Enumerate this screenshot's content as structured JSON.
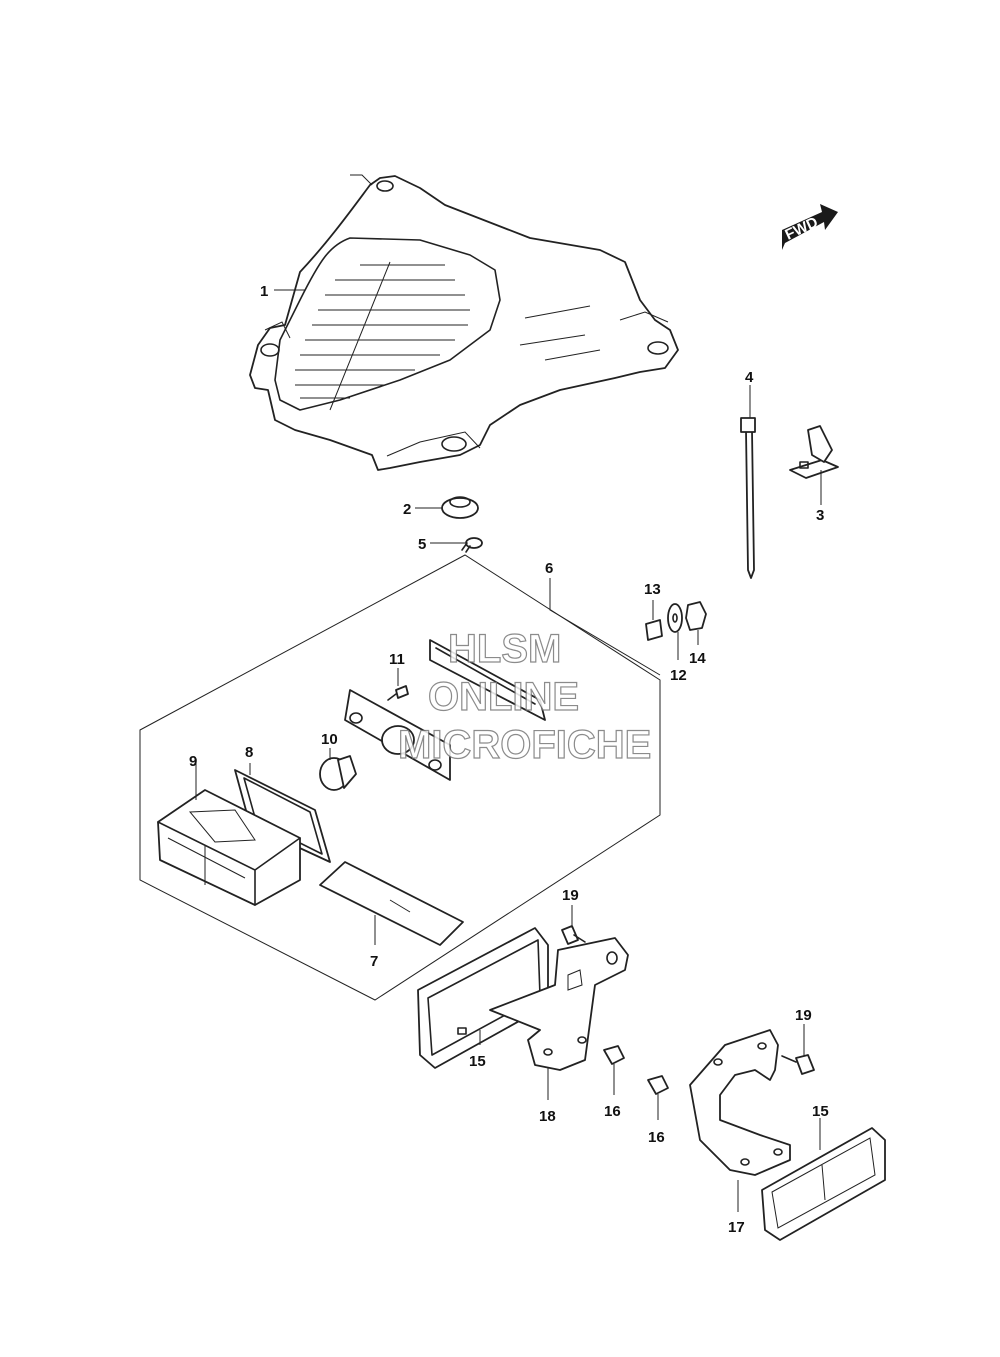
{
  "fwd_arrow_label": "FWD",
  "watermark": {
    "line1": "HLSM",
    "line2": "ONLINE",
    "line3": "MICROFICHE"
  },
  "callouts": {
    "c1": "1",
    "c2": "2",
    "c3": "3",
    "c4": "4",
    "c5": "5",
    "c6": "6",
    "c7": "7",
    "c8": "8",
    "c9": "9",
    "c10": "10",
    "c11": "11",
    "c12": "12",
    "c13": "13",
    "c14": "14",
    "c15a": "15",
    "c15b": "15",
    "c16a": "16",
    "c16b": "16",
    "c17": "17",
    "c18": "18",
    "c19a": "19",
    "c19b": "19"
  }
}
